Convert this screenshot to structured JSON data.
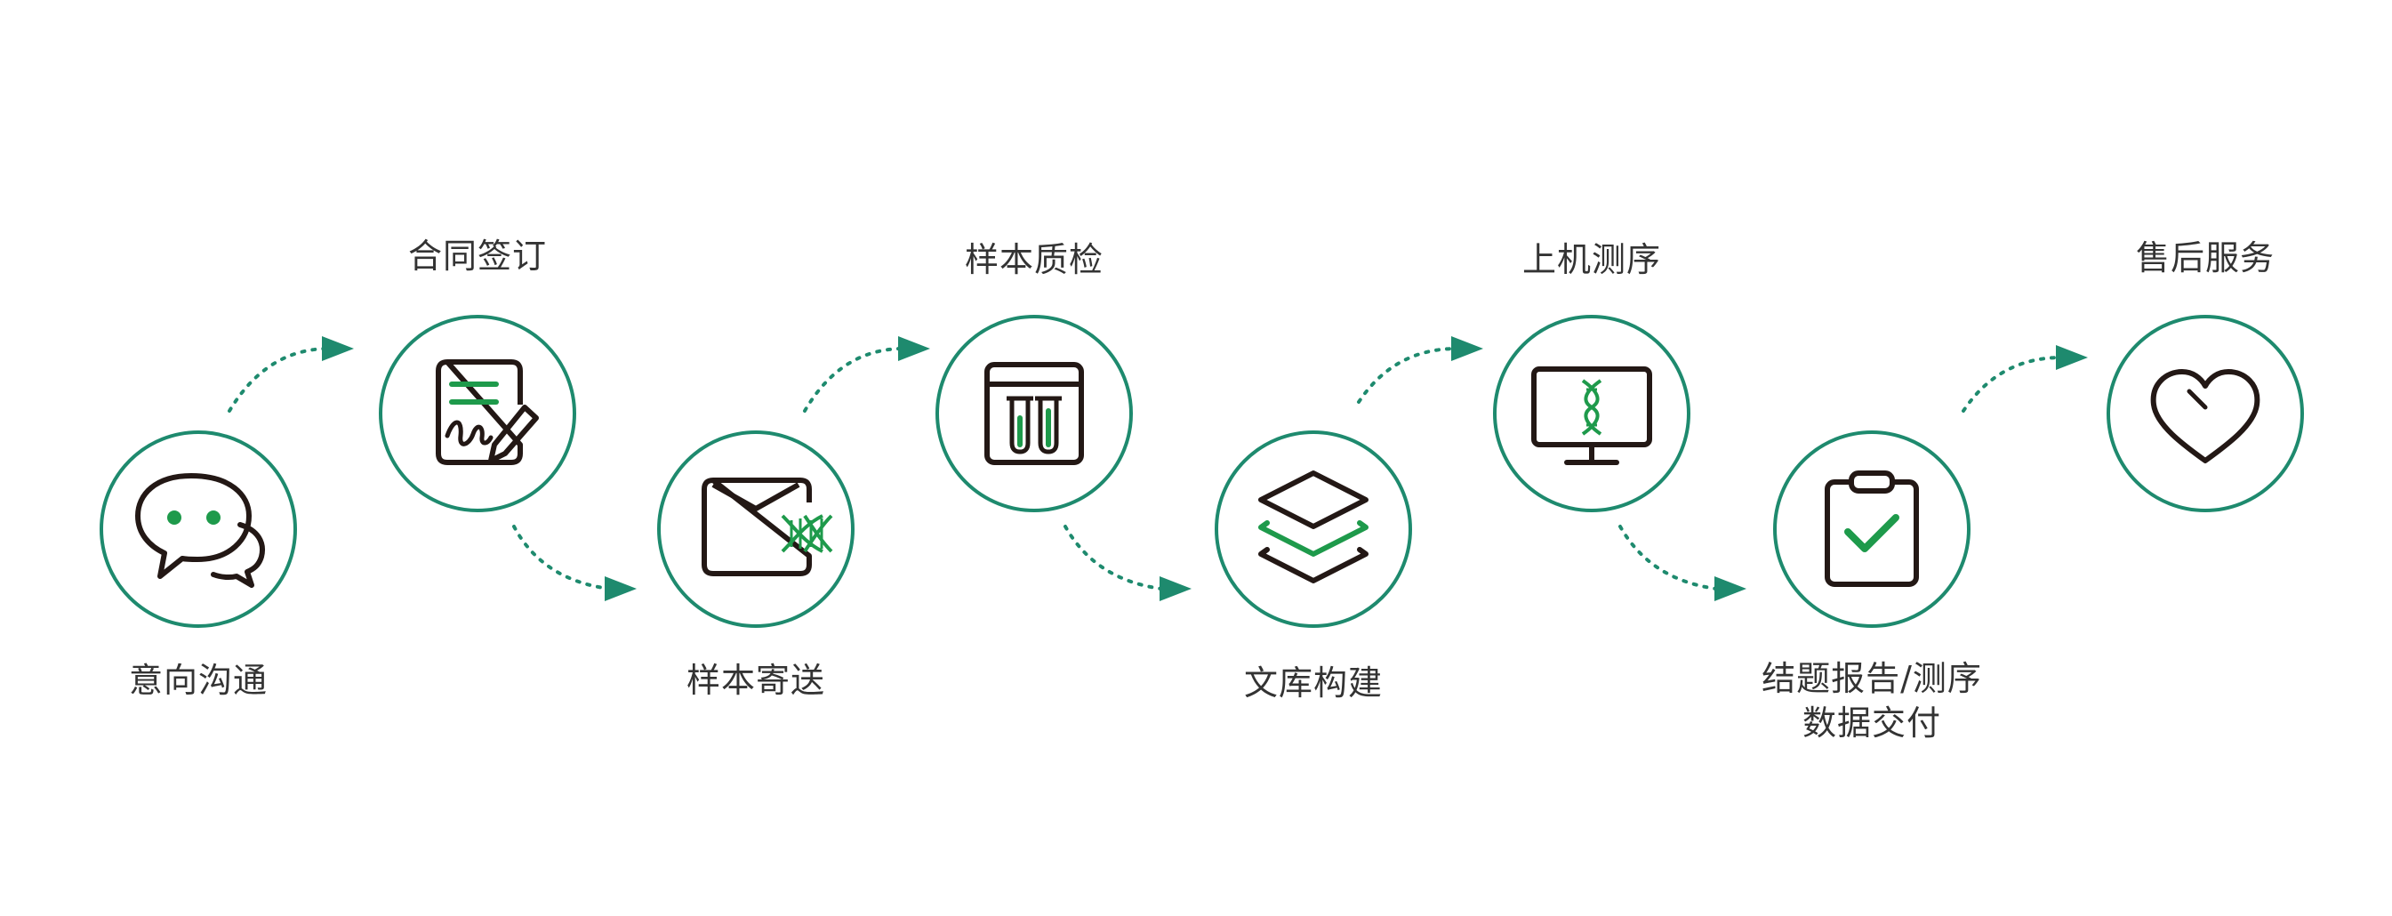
{
  "colors": {
    "accent": "#1e8a6e",
    "icon_dark": "#231815",
    "icon_green": "#1e9a4b",
    "text": "#333333",
    "background": "#ffffff"
  },
  "steps": [
    {
      "label": "意向沟通",
      "icon": "chat-bubbles-icon"
    },
    {
      "label": "合同签订",
      "icon": "contract-sign-icon"
    },
    {
      "label": "样本寄送",
      "icon": "envelope-dna-icon"
    },
    {
      "label": "样本质检",
      "icon": "test-tubes-icon"
    },
    {
      "label": "文库构建",
      "icon": "layers-icon"
    },
    {
      "label": "上机测序",
      "icon": "monitor-dna-icon"
    },
    {
      "label_lines": [
        "结题报告/测序",
        "数据交付"
      ],
      "icon": "clipboard-check-icon"
    },
    {
      "label": "售后服务",
      "icon": "heart-icon"
    }
  ]
}
